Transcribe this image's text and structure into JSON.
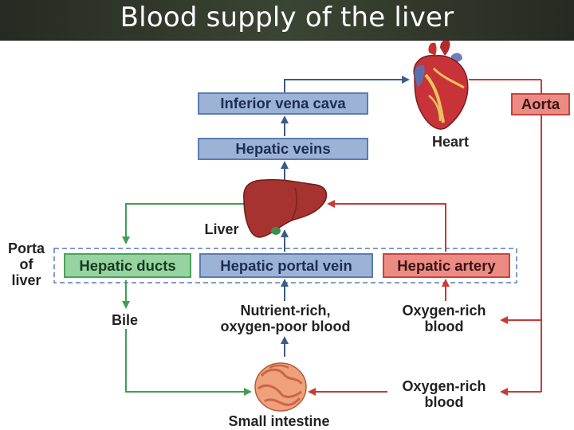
{
  "title": "Blood supply of the liver",
  "boxes": {
    "ivc": "Inferior vena cava",
    "hepatic_veins": "Hepatic veins",
    "hepatic_ducts": "Hepatic ducts",
    "portal_vein": "Hepatic portal vein",
    "hepatic_artery": "Hepatic artery",
    "aorta": "Aorta"
  },
  "labels": {
    "heart": "Heart",
    "liver": "Liver",
    "porta_line1": "Porta",
    "porta_line2": "of",
    "porta_line3": "liver",
    "bile": "Bile",
    "nutrient_line1": "Nutrient-rich,",
    "nutrient_line2": "oxygen-poor blood",
    "oxygen1_line1": "Oxygen-rich",
    "oxygen1_line2": "blood",
    "oxygen2_line1": "Oxygen-rich",
    "oxygen2_line2": "blood",
    "intestine": "Small intestine"
  },
  "colors": {
    "blue_arrow": "#3d5a8c",
    "red_arrow": "#c93a33",
    "green_arrow": "#3f9e55"
  }
}
